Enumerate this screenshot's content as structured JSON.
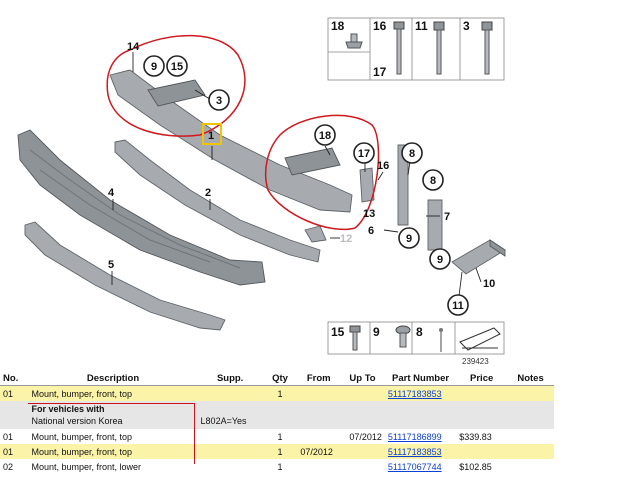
{
  "diagram": {
    "callouts": [
      "14",
      "9",
      "15",
      "3",
      "1",
      "2",
      "4",
      "5",
      "18",
      "17",
      "16",
      "8",
      "8",
      "7",
      "6",
      "9",
      "9",
      "11",
      "10",
      "13",
      "12"
    ],
    "thumbs_top": [
      "18",
      "16",
      "11",
      "3",
      "17"
    ],
    "thumbs_bottom": [
      "15",
      "9",
      "8"
    ],
    "ref_number": "239423",
    "accent_red": "#d0181f",
    "highlight_box": "#f2c400"
  },
  "table": {
    "headers": [
      "No.",
      "Description",
      "Supp.",
      "Qty",
      "From",
      "Up To",
      "Part Number",
      "Price",
      "Notes"
    ],
    "rows": [
      {
        "no": "01",
        "desc": "Mount, bumper, front, top",
        "supp": "",
        "qty": "1",
        "from": "",
        "upto": "",
        "part": "51117183853",
        "price": "",
        "highlight": true
      },
      {
        "no": "",
        "desc": "For vehicles with",
        "desc2": "National version Korea",
        "supp": "L802A=Yes",
        "qty": "",
        "from": "",
        "upto": "",
        "part": "",
        "price": "",
        "note": true
      },
      {
        "no": "01",
        "desc": "Mount, bumper, front, top",
        "supp": "",
        "qty": "1",
        "from": "",
        "upto": "07/2012",
        "part": "51117186899",
        "price": "$339.83"
      },
      {
        "no": "01",
        "desc": "Mount, bumper, front, top",
        "supp": "",
        "qty": "1",
        "from": "07/2012",
        "upto": "",
        "part": "51117183853",
        "price": "",
        "highlight": true
      },
      {
        "no": "02",
        "desc": "Mount, bumper, front, lower",
        "supp": "",
        "qty": "1",
        "from": "",
        "upto": "",
        "part": "51117067744",
        "price": "$102.85"
      }
    ]
  }
}
